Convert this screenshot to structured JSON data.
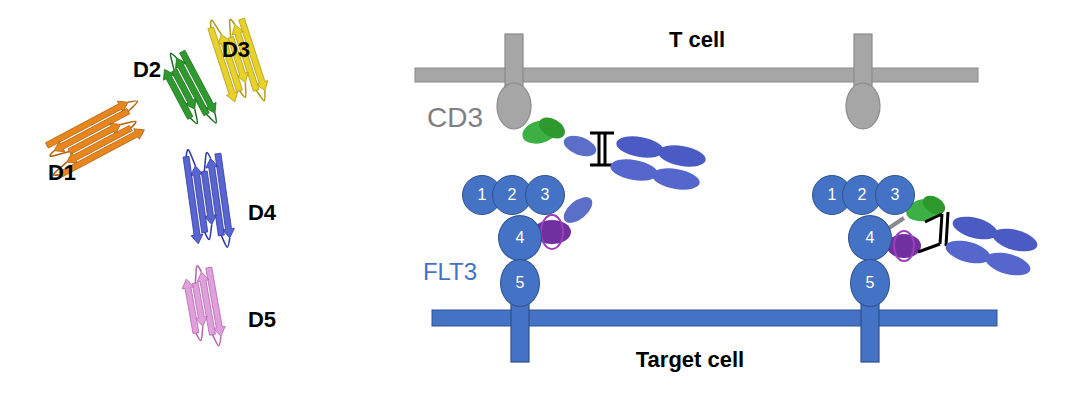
{
  "diagram": {
    "nodes": [
      {
        "text": [
          "1"
        ]
      },
      {
        "text": [
          "2"
        ]
      },
      {
        "text": [
          "3"
        ]
      },
      {
        "text": [
          "4"
        ]
      },
      {
        "text": [
          "5"
        ]
      },
      {
        "text": [
          "1"
        ]
      },
      {
        "text": [
          "2"
        ]
      },
      {
        "text": [
          "3"
        ]
      },
      {
        "text": [
          "4"
        ]
      },
      {
        "text": [
          "5"
        ]
      }
    ],
    "labels": [
      "D1",
      "D2",
      "D3",
      "D4",
      "D5",
      "T cell",
      "CD3",
      "FLT3",
      "Target cell"
    ]
  }
}
